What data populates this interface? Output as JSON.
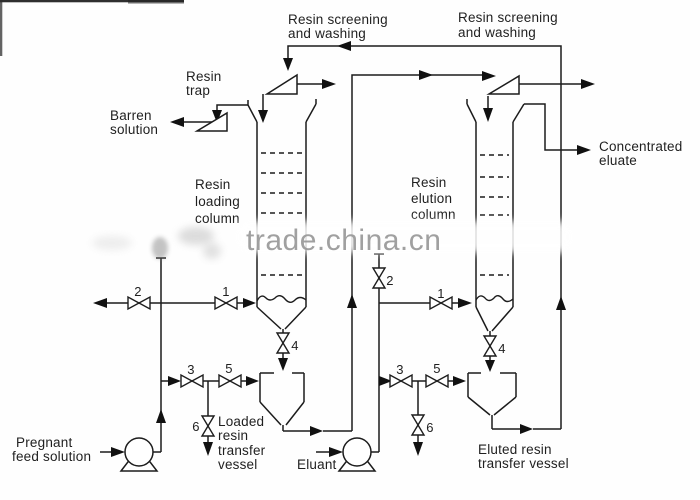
{
  "diagram_type": "process-flow-diagram",
  "subject": "resin loading and elution circuit",
  "colors": {
    "line": "#1c1c1c",
    "text": "#1f1f1f",
    "background": "#fefefe",
    "watermark": "#9b9b9b"
  },
  "watermark": {
    "text": "trade.china.cn"
  },
  "labels": {
    "resin_screening_left": {
      "lines": [
        "Resin screening",
        "and washing"
      ]
    },
    "resin_screening_right": {
      "lines": [
        "Resin screening",
        "and washing"
      ]
    },
    "resin_trap": {
      "lines": [
        "Resin",
        "trap"
      ]
    },
    "barren_solution": {
      "lines": [
        "Barren",
        "solution"
      ]
    },
    "resin_loading_column": {
      "lines": [
        "Resin",
        "loading",
        "column"
      ]
    },
    "resin_elution_column": {
      "lines": [
        "Resin",
        "elution",
        "column"
      ]
    },
    "concentrated_eluate": {
      "lines": [
        "Concentrated",
        "eluate"
      ]
    },
    "pregnant_feed_solution": {
      "lines": [
        "Pregnant",
        "feed solution"
      ]
    },
    "eluant": {
      "lines": [
        "Eluant"
      ]
    },
    "loaded_resin_transfer_vessel": {
      "lines": [
        "Loaded",
        "resin",
        "transfer",
        "vessel"
      ]
    },
    "eluted_resin_transfer_vessel": {
      "lines": [
        "Eluted resin",
        "transfer vessel"
      ]
    }
  },
  "valves": {
    "loading": {
      "v1": "1",
      "v2": "2",
      "v3": "3",
      "v4": "4",
      "v5": "5",
      "v6": "6"
    },
    "elution": {
      "v1": "1",
      "v2": "2",
      "v3": "3",
      "v4": "4",
      "v5": "5",
      "v6": "6"
    }
  }
}
